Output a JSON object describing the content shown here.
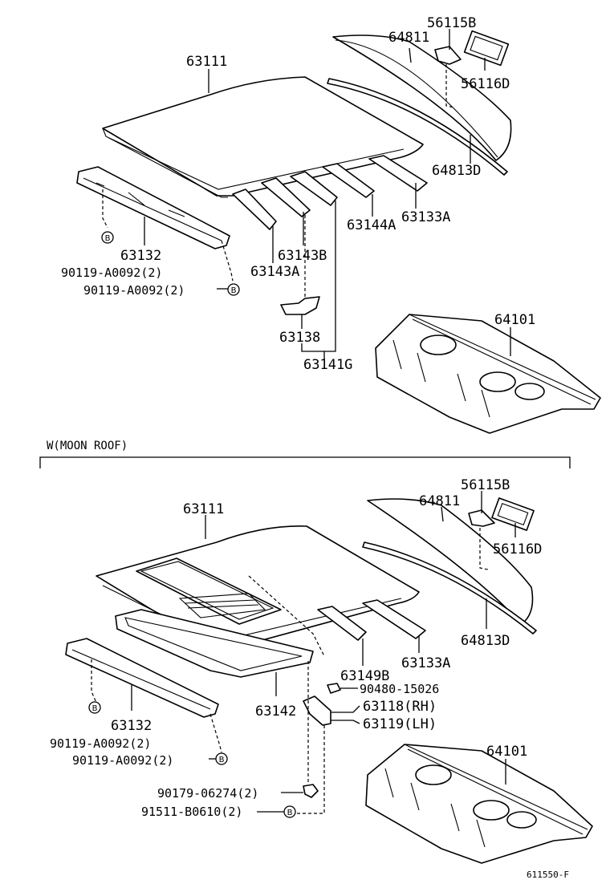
{
  "section": {
    "title": "W(MOON ROOF)"
  },
  "callout": "B",
  "top": {
    "labels": {
      "p63111": "63111",
      "p64811": "64811",
      "p56115B": "56115B",
      "p56116D": "56116D",
      "p64813D": "64813D",
      "p63133A": "63133A",
      "p63144A": "63144A",
      "p63143B": "63143B",
      "p63143A": "63143A",
      "p63132": "63132",
      "f1": "90119-A0092(2)",
      "f2": "90119-A0092(2)",
      "p63138": "63138",
      "p63141G": "63141G",
      "p64101": "64101"
    }
  },
  "bottom": {
    "labels": {
      "p63111": "63111",
      "p64811": "64811",
      "p56115B": "56115B",
      "p56116D": "56116D",
      "p64813D": "64813D",
      "p63149B": "63149B",
      "p63133A": "63133A",
      "p90480": "90480-15026",
      "p63118": "63118(RH)",
      "p63119": "63119(LH)",
      "p63142": "63142",
      "p63132": "63132",
      "f1": "90119-A0092(2)",
      "f2": "90119-A0092(2)",
      "f3": "90179-06274(2)",
      "f4": "91511-B0610(2)",
      "p64101": "64101"
    }
  },
  "figure_code": "611550-F"
}
